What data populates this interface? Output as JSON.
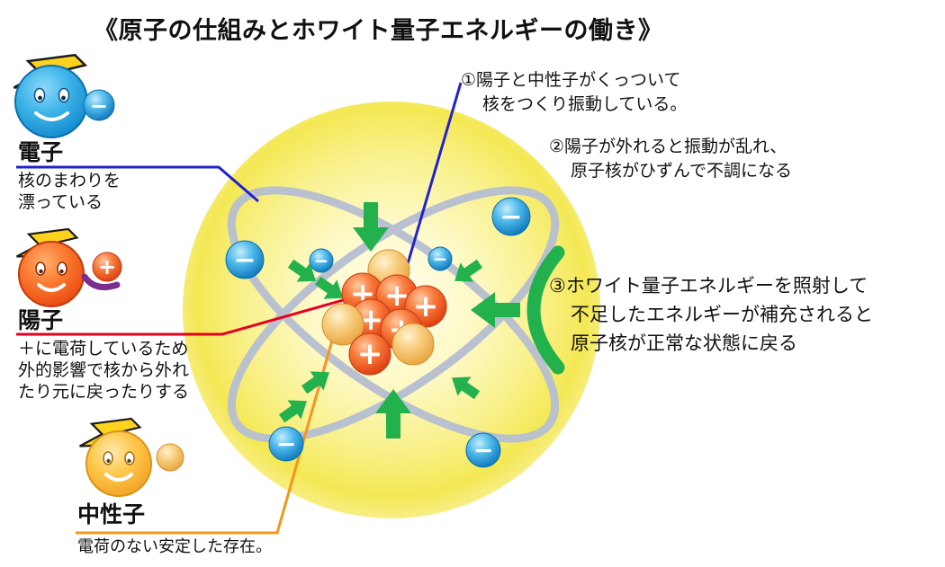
{
  "title": "《原子の仕組みとホワイト量子エネルギーの働き》",
  "legend": {
    "electron": {
      "label": "電子",
      "desc_lines": [
        "核のまわりを",
        "漂っている"
      ]
    },
    "proton": {
      "label": "陽子",
      "desc_lines": [
        "＋に電荷しているため",
        "外的影響で核から外れ",
        "たり元に戻ったりする"
      ]
    },
    "neutron": {
      "label": "中性子",
      "desc_lines": [
        "電荷のない安定した存在。"
      ]
    }
  },
  "notes": {
    "note1_lines": [
      "①陽子と中性子がくっついて",
      "核をつくり振動している。"
    ],
    "note2_lines": [
      "②陽子が外れると振動が乱れ、",
      "原子核がひずんで不調になる"
    ],
    "note3_lines": [
      "③ホワイト量子エネルギーを照射して",
      "不足したエネルギーが補充されると",
      "原子核が正常な状態に戻る"
    ]
  },
  "signs": {
    "plus": "+",
    "minus": "−"
  },
  "colors": {
    "electron_blue": "#1593d4",
    "proton_orange": "#e8440f",
    "neutron_gold": "#f0a830",
    "energy_green": "#22b14c",
    "glow_yellow": "#f4e854",
    "line_blue": "#2222cc",
    "line_red": "#e60021",
    "line_orange": "#f7941d"
  }
}
